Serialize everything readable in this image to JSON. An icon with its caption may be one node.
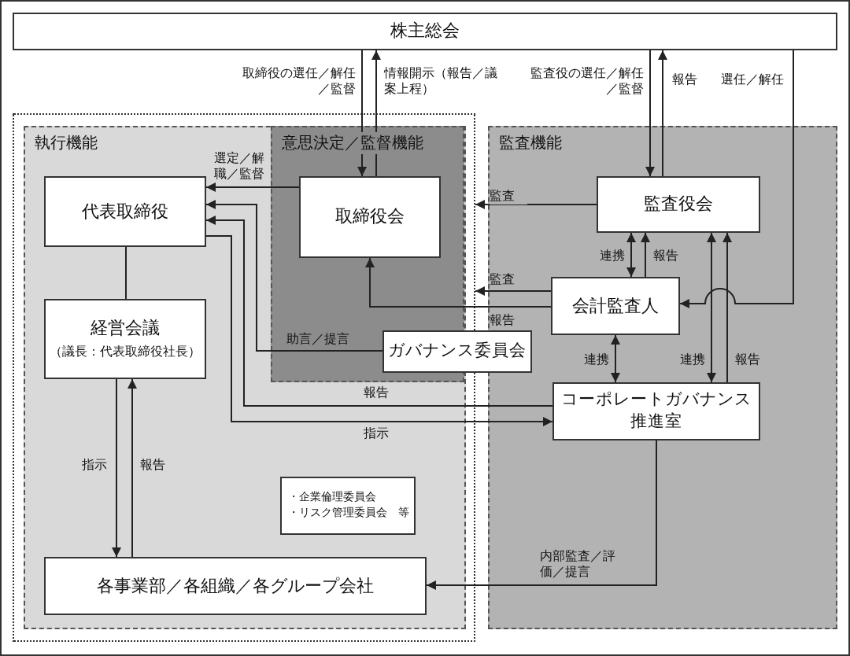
{
  "diagram": {
    "nodes": [
      {
        "text": [
          "株主総会"
        ]
      },
      {
        "text": [],
        "shape": "box"
      },
      {
        "text": [
          "執行機能"
        ],
        "in": 1
      },
      {
        "text": [
          "意思決定／監督機能"
        ],
        "in": 2
      },
      {
        "text": [
          "監査機能"
        ]
      },
      {
        "text": [
          "代表取締役"
        ],
        "in": 2
      },
      {
        "text": [
          "取締役会"
        ],
        "in": 3
      },
      {
        "text": [
          "監査役会"
        ],
        "in": 4
      },
      {
        "text": [
          "会計監査人"
        ],
        "in": 4
      },
      {
        "text": [
          "経営会議",
          "（議長：代表取締役社長）"
        ],
        "in": 2
      },
      {
        "text": [
          "ガバナンス委員会"
        ]
      },
      {
        "text": [
          "コーポレートガバナンス推進室"
        ],
        "in": 4
      },
      {
        "text": [
          "・企業倫理委員会",
          "・リスク管理委員会　等"
        ],
        "in": 2
      },
      {
        "text": [
          "各事業部／各組織／各グループ会社"
        ],
        "in": 2
      }
    ],
    "edges": [
      {
        "from": 0,
        "to": 6,
        "arrow": "to",
        "label": "取締役の選任／解任／監督"
      },
      {
        "from": 6,
        "to": 0,
        "arrow": "to",
        "label": "情報開示（報告／議案上程）"
      },
      {
        "from": 0,
        "to": 7,
        "arrow": "to",
        "label": "監査役の選任／解任／監督"
      },
      {
        "from": 7,
        "to": 0,
        "arrow": "to",
        "label": "報告"
      },
      {
        "from": 0,
        "to": 8,
        "arrow": "to",
        "label": "選任／解任"
      },
      {
        "from": 6,
        "to": 5,
        "arrow": "to",
        "label": "選定／解職／監督"
      },
      {
        "from": 7,
        "to": 1,
        "arrow": "to",
        "label": "監査"
      },
      {
        "from": 7,
        "to": 8,
        "arrow": "both",
        "label": "連携"
      },
      {
        "from": 8,
        "to": 7,
        "arrow": "to",
        "label": "報告"
      },
      {
        "from": 8,
        "to": 1,
        "arrow": "to",
        "label": "監査"
      },
      {
        "from": 8,
        "to": 6,
        "arrow": "to",
        "label": "報告"
      },
      {
        "from": 10,
        "to": 5,
        "arrow": "to",
        "label": "助言／提言"
      },
      {
        "from": 11,
        "to": 5,
        "arrow": "to",
        "label": "報告"
      },
      {
        "from": 5,
        "to": 11,
        "arrow": "to",
        "label": "指示"
      },
      {
        "from": 5,
        "to": 9,
        "arrow": "none"
      },
      {
        "from": 9,
        "to": 13,
        "arrow": "to",
        "label": "指示"
      },
      {
        "from": 13,
        "to": 9,
        "arrow": "to",
        "label": "報告"
      },
      {
        "from": 8,
        "to": 11,
        "arrow": "both",
        "label": "連携"
      },
      {
        "from": 7,
        "to": 11,
        "arrow": "both",
        "label": "連携"
      },
      {
        "from": 11,
        "to": 7,
        "arrow": "to",
        "label": "報告"
      },
      {
        "from": 11,
        "to": 13,
        "arrow": "to",
        "label": "内部監査／評価／提言"
      }
    ]
  }
}
